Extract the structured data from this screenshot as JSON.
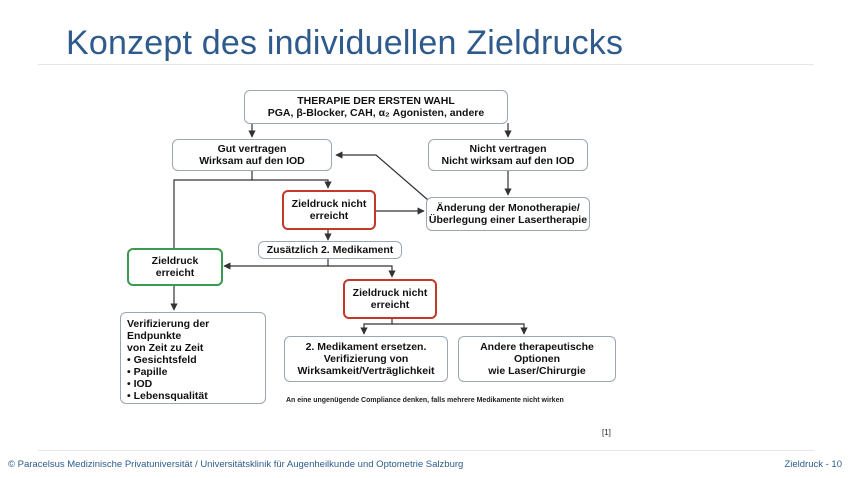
{
  "slide": {
    "title": "Konzept des individuellen Zieldrucks",
    "reference": "[1]",
    "footer_left": "© Paracelsus Medizinische Privatuniversität / Universitätsklinik für Augenheilkunde und Optometrie Salzburg",
    "footer_right": "Zieldruck - 10"
  },
  "flowchart": {
    "therapie": "THERAPIE DER ERSTEN WAHL\nPGA, β-Blocker, CAH, α₂ Agonisten, andere",
    "gut": "Gut  vertragen\nWirksam auf den IOD",
    "nicht_vertragen": "Nicht vertragen\nNicht wirksam auf den IOD",
    "zieldruck_nicht_1": "Zieldruck nicht\nerreicht",
    "aenderung": "Änderung der Monotherapie/\nÜberlegung einer Lasertherapie",
    "zusaetzlich": "Zusätzlich 2. Medikament",
    "zieldruck_erreicht": "Zieldruck\nerreicht",
    "zieldruck_nicht_2": "Zieldruck nicht\nerreicht",
    "verifizierung": "Verifizierung der\nEndpunkte\nvon Zeit zu Zeit\n• Gesichtsfeld\n• Papille\n• IOD\n• Lebensqualität",
    "medikament_ersetzen": "2. Medikament ersetzen.\nVerifizierung von\nWirksamkeit/Verträglichkeit",
    "andere_optionen": "Andere therapeutische\nOptionen\nwie Laser/Chirurgie",
    "compliance_note": "An eine ungenügende Compliance denken, falls mehrere Medikamente nicht wirken"
  },
  "colors": {
    "title": "#2e5b8c",
    "box_border": "#9aa7b3",
    "red_border": "#c0392b",
    "green_border": "#3a9a52",
    "line": "#333333"
  }
}
